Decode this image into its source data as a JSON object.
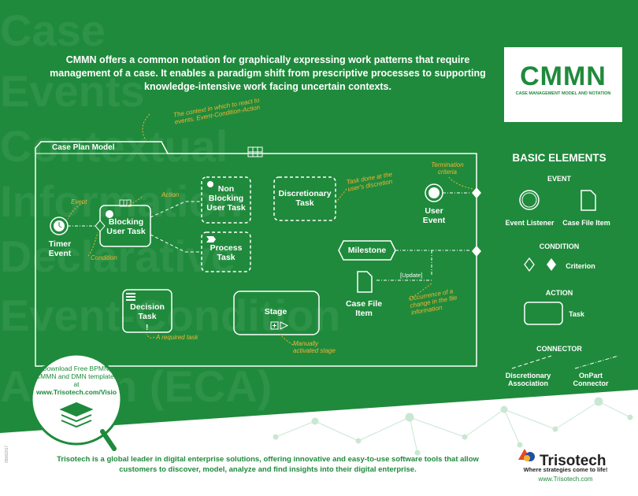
{
  "intro": "CMMN offers a common notation for graphically expressing work patterns that require management of a case. It enables a paradigm shift from prescriptive processes to supporting knowledge-intensive work facing uncertain contexts.",
  "logo": {
    "title": "CMMN",
    "subtitle": "CASE MANAGEMENT MODEL AND NOTATION"
  },
  "background_words": [
    "Case",
    "Events",
    "Contextual",
    "Information",
    "Declarative",
    "Event-Condition",
    "Action (ECA)"
  ],
  "diagram": {
    "plan_model": "Case Plan Model",
    "timer_event": "Timer Event",
    "blocking_task": "Blocking User Task",
    "non_blocking_task": "Non Blocking User Task",
    "process_task": "Process Task",
    "discretionary_task": "Discretionary Task",
    "user_event": "User Event",
    "milestone": "Milestone",
    "update": "[Update]",
    "case_file_item": "Case File Item",
    "decision_task": "Decision Task",
    "stage": "Stage",
    "notes": {
      "context": "The context in which to react to events. Event-Condition-Action",
      "event": "Event",
      "action": "Action",
      "condition": "Condition",
      "task_done": "Task done at the user's discretion",
      "termination": "Termination criteria",
      "occurrence": "Occurrence of a change in the file information",
      "required": "A required task",
      "manually": "Manually activated stage"
    }
  },
  "basic_elements": {
    "title": "BASIC ELEMENTS",
    "event": "EVENT",
    "event_listener": "Event Listener",
    "case_file_item": "Case File Item",
    "condition": "CONDITION",
    "criterion": "Criterion",
    "action": "ACTION",
    "task": "Task",
    "connector": "CONNECTOR",
    "discretionary_association": "Discretionary Association",
    "onpart_connector": "OnPart Connector"
  },
  "download": {
    "line1": "Download Free BPMN, CMMN and DMN templates at",
    "url": "www.Trisotech.com/Visio"
  },
  "footer": "Trisotech is a global leader in digital enterprise solutions, offering innovative and easy-to-use software tools that allow customers to discover, model, analyze and find insights into their digital enterprise.",
  "trisotech": {
    "name": "Trisotech",
    "tagline": "Where strategies come to life!",
    "url": "www.Trisotech.com"
  },
  "side_code": "05062017",
  "colors": {
    "green": "#1f8a3c",
    "orange": "#f5b335",
    "white": "#ffffff"
  }
}
